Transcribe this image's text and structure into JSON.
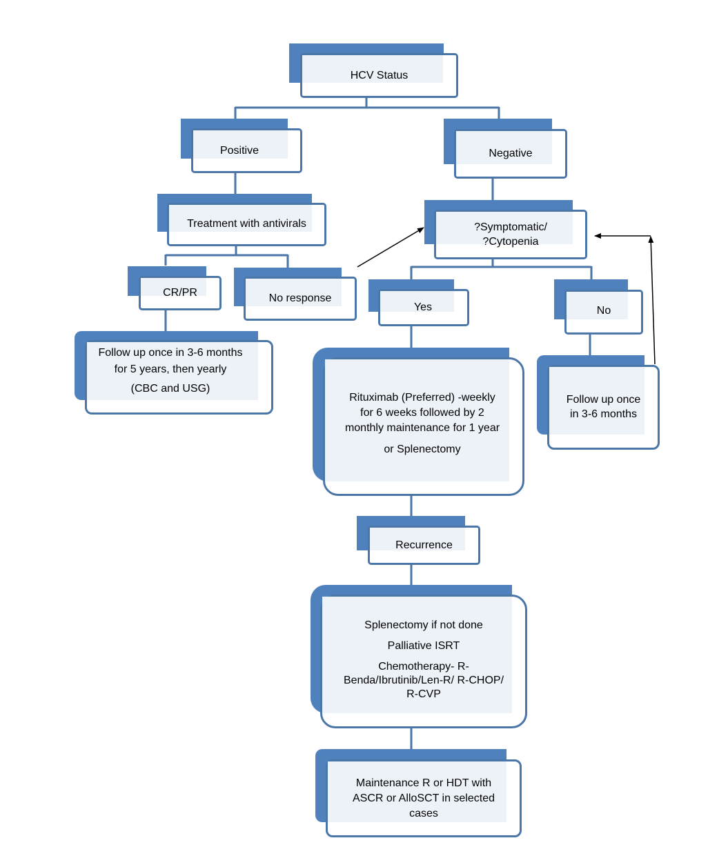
{
  "colors": {
    "shadow": "#4f81bd",
    "border": "#4a76a8",
    "fill": "#edf2f9",
    "connector": "#4a76a8",
    "arrow": "#000000"
  },
  "nodes": {
    "hcv_status": {
      "lines": [
        "HCV Status"
      ]
    },
    "positive": {
      "lines": [
        "Positive"
      ]
    },
    "negative": {
      "lines": [
        "Negative"
      ]
    },
    "treatment_antivirals": {
      "lines": [
        "Treatment with antivirals"
      ]
    },
    "symptomatic_cytopenia": {
      "lines": [
        "?Symptomatic/",
        "?Cytopenia"
      ]
    },
    "cr_pr": {
      "lines": [
        "CR/PR"
      ]
    },
    "no_response": {
      "lines": [
        "No response"
      ]
    },
    "yes": {
      "lines": [
        "Yes"
      ]
    },
    "no": {
      "lines": [
        "No"
      ]
    },
    "follow_up_long": {
      "lines": [
        "Follow up once in 3-6 months",
        "for 5 years, then yearly",
        "(CBC and USG)"
      ]
    },
    "rituximab": {
      "lines": [
        "Rituximab (Preferred) -weekly",
        "for 6 weeks followed by 2",
        "monthly maintenance for 1 year",
        "or Splenectomy"
      ]
    },
    "follow_up_short": {
      "lines": [
        "Follow up once",
        "in 3-6 months"
      ]
    },
    "recurrence": {
      "lines": [
        "Recurrence"
      ]
    },
    "recurrence_options": {
      "lines": [
        "Splenectomy if not done",
        "Palliative ISRT",
        "Chemotherapy- R-",
        "Benda/Ibrutinib/Len-R/ R-CHOP/",
        "R-CVP"
      ]
    },
    "maintenance": {
      "lines": [
        "Maintenance R or HDT with",
        "ASCR or AlloSCT in selected",
        "cases"
      ]
    }
  }
}
